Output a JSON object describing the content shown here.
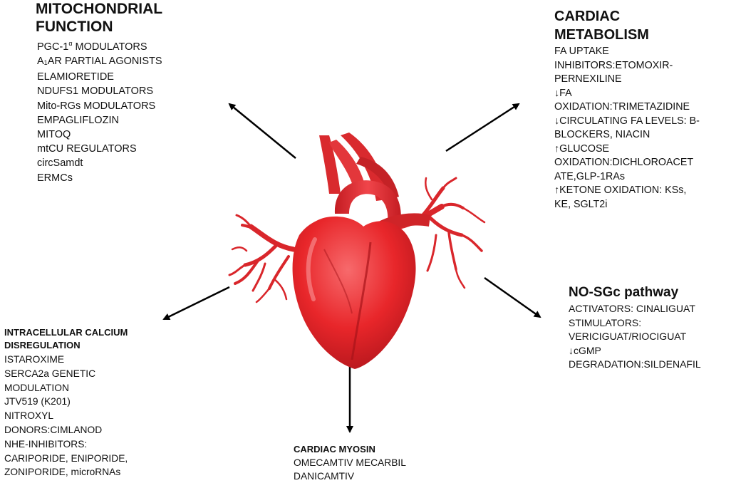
{
  "mitochondrial": {
    "title": [
      "MITOCHONDRIAL",
      "FUNCTION"
    ],
    "items": [
      "PGC-1",
      "A",
      "ELAMIORETIDE",
      "NDUFS1 MODULATORS",
      "Mito-RGs MODULATORS",
      "EMPAGLIFLOZIN",
      "MITOQ",
      "mtCU REGULATORS",
      "circSamdt",
      "ERMCs"
    ],
    "pgc_sup": "α",
    "pgc_tail": " MODULATORS",
    "a1_sub": "1",
    "a1_tail": "AR PARTIAL AGONISTS"
  },
  "cardiac_metabolism": {
    "title": [
      "CARDIAC",
      "METABOLISM"
    ],
    "items": [
      "FA UPTAKE",
      "INHIBITORS:ETOMOXIR-",
      "PERNEXILINE",
      "↓FA",
      "OXIDATION:TRIMETAZIDINE",
      "↓CIRCULATING FA LEVELS: B-",
      "BLOCKERS, NIACIN",
      "↑GLUCOSE",
      "OXIDATION:DICHLOROACET",
      "ATE,GLP-1RAs",
      "↑KETONE OXIDATION: KSs,",
      "KE, SGLT2i"
    ]
  },
  "no_sgc": {
    "title": "NO-SGc pathway",
    "items": [
      "ACTIVATORS: CINALIGUAT",
      "STIMULATORS:",
      "VERICIGUAT/RIOCIGUAT",
      "↓cGMP",
      "DEGRADATION:SILDENAFIL"
    ]
  },
  "calcium": {
    "title": [
      "INTRACELLULAR CALCIUM",
      "DISREGULATION"
    ],
    "items": [
      "ISTAROXIME",
      "SERCA2a GENETIC",
      "MODULATION",
      "JTV519 (K201)",
      "NITROXYL",
      "DONORS:CIMLANOD",
      "NHE-INHIBITORS:",
      "CARIPORIDE, ENIPORIDE,",
      "ZONIPORIDE, microRNAs"
    ]
  },
  "myosin": {
    "title": "CARDIAC MYOSIN",
    "items": [
      "OMECAMTIV MECARBIL",
      "DANICAMTIV"
    ]
  },
  "colors": {
    "heart_base": "#e8262a",
    "heart_dark": "#b3161c",
    "heart_light": "#f4676a",
    "arrow": "#000000",
    "text": "#111111"
  }
}
